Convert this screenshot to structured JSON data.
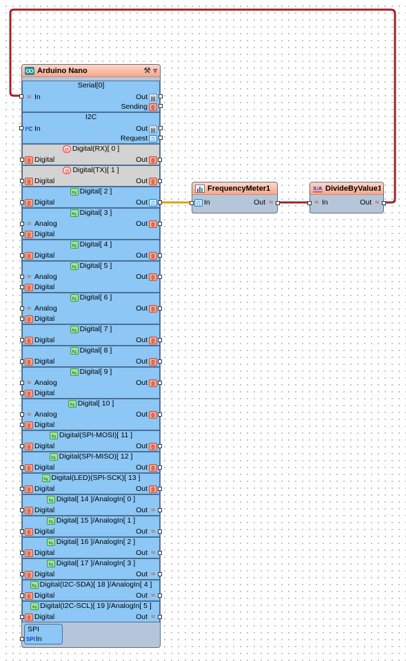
{
  "colors": {
    "wire_red": "#a0222a",
    "wire_yellow": "#e0a000"
  },
  "arduino": {
    "title": "Arduino Nano",
    "serial": {
      "title": "Serial[0]",
      "in": "In",
      "out": "Out",
      "sending": "Sending"
    },
    "i2c": {
      "title": "I2C",
      "in": "In",
      "out": "Out",
      "request": "Request"
    },
    "pins": [
      {
        "title": "Digital(RX)[ 0 ]",
        "rows": [
          "Digital"
        ],
        "grey": true
      },
      {
        "title": "Digital(TX)[ 1 ]",
        "rows": [
          "Digital"
        ],
        "grey": true
      },
      {
        "title": "Digital[ 2 ]",
        "rows": [
          "Digital"
        ],
        "clock": true
      },
      {
        "title": "Digital[ 3 ]",
        "rows": [
          "Analog",
          "Digital"
        ]
      },
      {
        "title": "Digital[ 4 ]",
        "rows": [
          "Digital"
        ]
      },
      {
        "title": "Digital[ 5 ]",
        "rows": [
          "Analog",
          "Digital"
        ]
      },
      {
        "title": "Digital[ 6 ]",
        "rows": [
          "Analog",
          "Digital"
        ]
      },
      {
        "title": "Digital[ 7 ]",
        "rows": [
          "Digital"
        ]
      },
      {
        "title": "Digital[ 8 ]",
        "rows": [
          "Digital"
        ]
      },
      {
        "title": "Digital[ 9 ]",
        "rows": [
          "Analog",
          "Digital"
        ]
      },
      {
        "title": "Digital[ 10 ]",
        "rows": [
          "Analog",
          "Digital"
        ]
      },
      {
        "title": "Digital(SPI-MOSI)[ 11 ]",
        "rows": [
          "Digital"
        ]
      },
      {
        "title": "Digital(SPI-MISO)[ 12 ]",
        "rows": [
          "Digital"
        ]
      },
      {
        "title": "Digital(LED)(SPI-SCK)[ 13 ]",
        "rows": [
          "Digital"
        ]
      },
      {
        "title": "Digital[ 14 ]/AnalogIn[ 0 ]",
        "rows": [
          "Digital"
        ],
        "analog_out": true
      },
      {
        "title": "Digital[ 15 ]/AnalogIn[ 1 ]",
        "rows": [
          "Digital"
        ],
        "analog_out": true
      },
      {
        "title": "Digital[ 16 ]/AnalogIn[ 2 ]",
        "rows": [
          "Digital"
        ],
        "analog_out": true
      },
      {
        "title": "Digital[ 17 ]/AnalogIn[ 3 ]",
        "rows": [
          "Digital"
        ],
        "analog_out": true
      },
      {
        "title": "Digital(I2C-SDA)[ 18 ]/AnalogIn[ 4 ]",
        "rows": [
          "Digital"
        ],
        "analog_out": true
      },
      {
        "title": "Digital(I2C-SCL)[ 19 ]/AnalogIn[ 5 ]",
        "rows": [
          "Digital"
        ],
        "analog_out": true
      }
    ],
    "out_label": "Out",
    "spi": {
      "title": "SPI",
      "in": "In"
    }
  },
  "frequency_meter": {
    "title": "FrequencyMeter1",
    "in": "In",
    "out": "Out"
  },
  "divide_by_value": {
    "title": "DivideByValue1",
    "in": "In",
    "out": "Out"
  },
  "icons": {
    "arduino": "infinity-logo-icon",
    "tools": "wrench-screwdriver-icon",
    "menu": "chevron-down-icon"
  }
}
